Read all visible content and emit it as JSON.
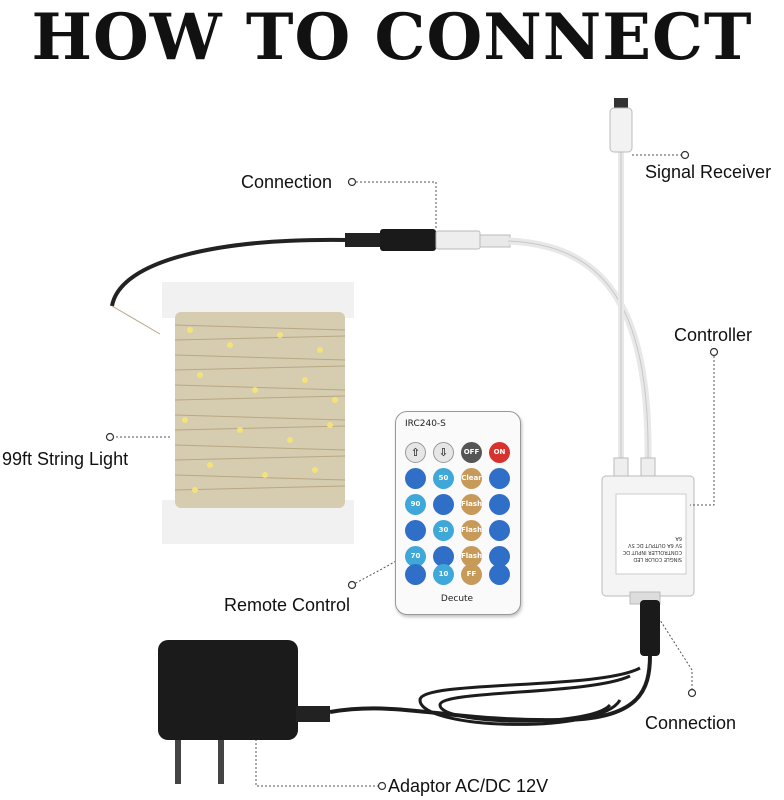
{
  "title": "HOW TO CONNECT",
  "labels": {
    "connection_top": "Connection",
    "signal_receiver": "Signal Receiver",
    "controller": "Controller",
    "string_light": "99ft String Light",
    "remote_control": "Remote Control",
    "connection_bottom": "Connection",
    "adaptor": "Adaptor AC/DC 12V"
  },
  "remote": {
    "model": "IRC240-S",
    "brand": "Decute",
    "buttons": {
      "r1": [
        "⇧",
        "⇩",
        "OFF",
        "ON"
      ],
      "r2": [
        "",
        "50",
        "Clear",
        ""
      ],
      "r3": [
        "90",
        "",
        "Flash",
        ""
      ],
      "r4": [
        "",
        "30",
        "Flash",
        ""
      ],
      "r5": [
        "70",
        "",
        "Flash",
        ""
      ],
      "r6": [
        "",
        "10",
        "FF",
        ""
      ]
    }
  },
  "controller_text": "SINGLE COLOR LED CONTROLLER INPUT DC 5V 6A OUTPUT DC 5V 6A"
}
